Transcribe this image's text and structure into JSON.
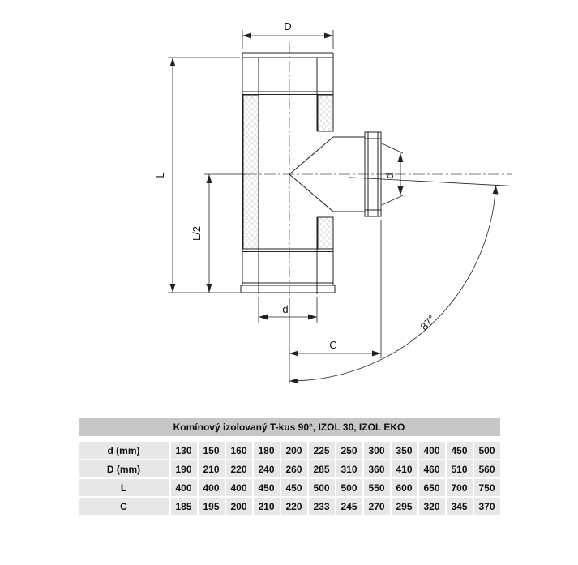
{
  "drawing": {
    "labels": {
      "D": "D",
      "L": "L",
      "L_half": "L/2",
      "d_bottom": "d",
      "C": "C",
      "d_branch": "d",
      "angle": "87°"
    }
  },
  "table": {
    "title": "Komínový izolovaný T-kus 90°, IZOL 30, IZOL EKO",
    "rows": [
      {
        "label": "d (mm)",
        "values": [
          "130",
          "150",
          "160",
          "180",
          "200",
          "225",
          "250",
          "300",
          "350",
          "400",
          "450",
          "500"
        ]
      },
      {
        "label": "D (mm)",
        "values": [
          "190",
          "210",
          "220",
          "240",
          "260",
          "285",
          "310",
          "360",
          "410",
          "460",
          "510",
          "560"
        ]
      },
      {
        "label": "L",
        "values": [
          "400",
          "400",
          "400",
          "450",
          "450",
          "500",
          "500",
          "550",
          "600",
          "650",
          "700",
          "750"
        ]
      },
      {
        "label": "C",
        "values": [
          "185",
          "195",
          "200",
          "210",
          "220",
          "233",
          "245",
          "270",
          "295",
          "320",
          "345",
          "370"
        ]
      }
    ]
  }
}
